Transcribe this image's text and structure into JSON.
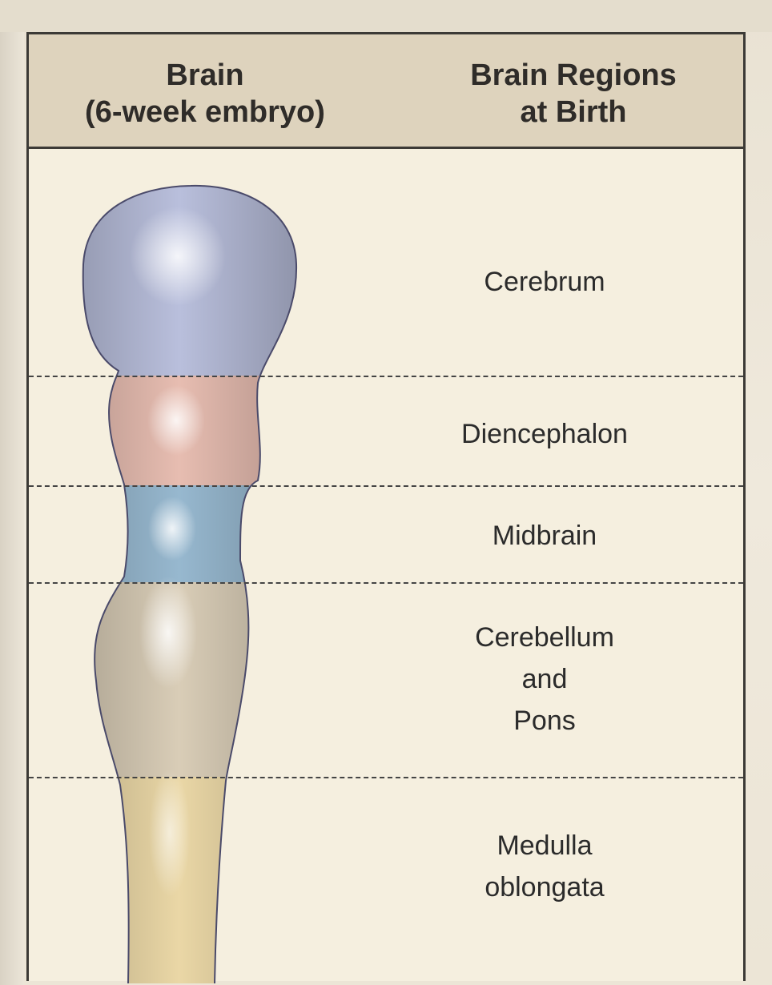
{
  "header": {
    "left_line1": "Brain",
    "left_line2": "(6-week embryo)",
    "right_line1": "Brain Regions",
    "right_line2": "at Birth"
  },
  "regions": [
    {
      "name": "Cerebrum",
      "lines": [
        "Cerebrum"
      ],
      "color": "#b9bfdc"
    },
    {
      "name": "Diencephalon",
      "lines": [
        "Diencephalon"
      ],
      "color": "#e7bdb1"
    },
    {
      "name": "Midbrain",
      "lines": [
        "Midbrain"
      ],
      "color": "#97b8cf"
    },
    {
      "name": "Cerebellum and Pons",
      "lines": [
        "Cerebellum",
        "and",
        "Pons"
      ],
      "color": "#d9cdb7"
    },
    {
      "name": "Medulla oblongata",
      "lines": [
        "Medulla",
        "oblongata"
      ],
      "color": "#ead7a6"
    }
  ],
  "colors": {
    "header_bg": "#ded3bd",
    "panel_bg": "#f5efdf",
    "border": "#3c3a36"
  }
}
